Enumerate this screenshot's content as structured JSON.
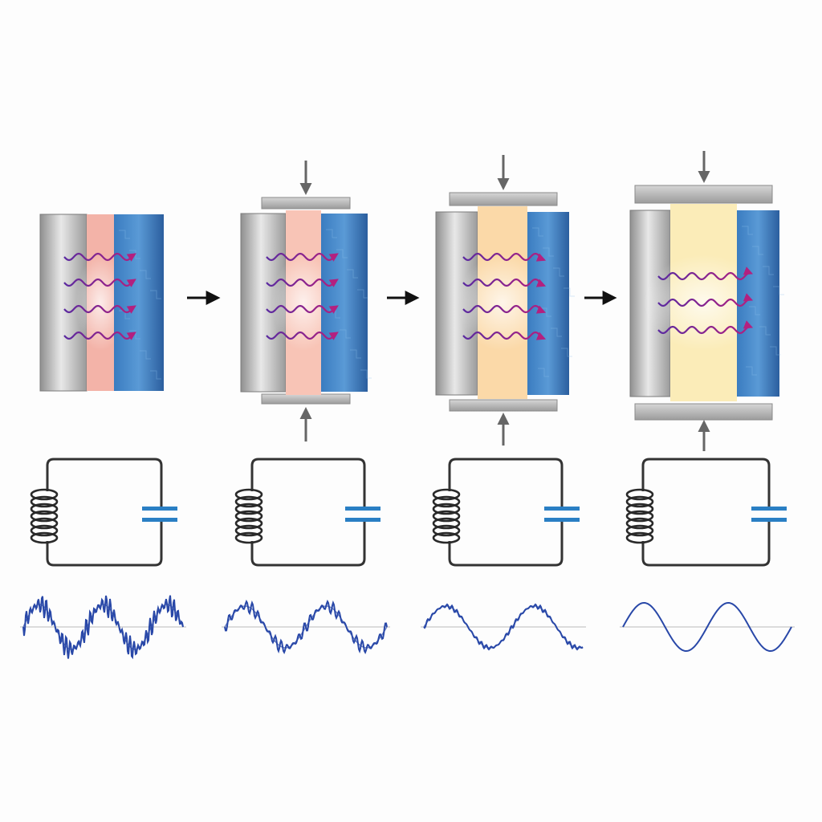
{
  "stages": [
    {
      "id": "stage-1",
      "gap_fill": "#f3b3a8",
      "gap_label": "thin-gap",
      "compressed": false,
      "wave_count": 4,
      "signal": "noisy"
    },
    {
      "id": "stage-2",
      "gap_fill": "#f8c4b6",
      "gap_label": "pink-dielectric",
      "compressed": true,
      "wave_count": 4,
      "signal": "less-noisy"
    },
    {
      "id": "stage-3",
      "gap_fill": "#fbd9a8",
      "gap_label": "orange-dielectric",
      "compressed": true,
      "wave_count": 4,
      "signal": "slightly-noisy"
    },
    {
      "id": "stage-4",
      "gap_fill": "#fbecb8",
      "gap_label": "yellow-dielectric",
      "compressed": true,
      "wave_count": 3,
      "signal": "clean"
    }
  ],
  "colors": {
    "metal_light": "#e4e4e4",
    "metal_dark": "#8a8a8a",
    "blue_plate": "#2f6fb5",
    "blue_plate_light": "#4f93d3",
    "wave_purple": "#6a2a9c",
    "wave_magenta": "#b0208a",
    "circuit": "#333333",
    "capacitor": "#2a7fc4",
    "signal": "#2948a8",
    "arrow": "#111111",
    "press_arrow": "#666666"
  },
  "icons": [
    "right-arrow-icon",
    "compression-arrow-icon",
    "inductor-coil-icon",
    "capacitor-icon"
  ]
}
